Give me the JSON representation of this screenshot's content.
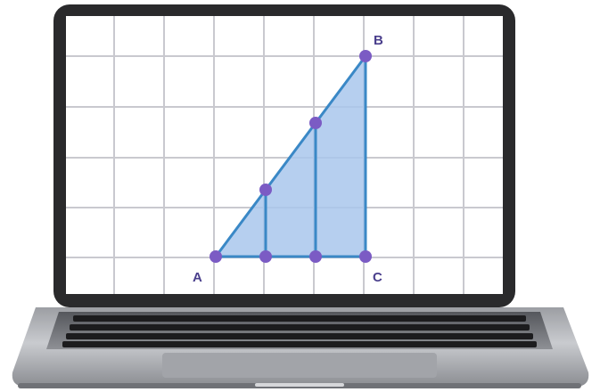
{
  "points": {
    "a": "A",
    "b": "B",
    "c": "C"
  },
  "colors": {
    "laptop_shell": "#2a2a2c",
    "screen_background": "#ffffff",
    "grid": "#c9c9cf",
    "triangle_fill": "#a9c7ec",
    "triangle_stroke": "#3a88c6",
    "vertex": "#7b5bc4",
    "label": "#4a3f8c"
  }
}
